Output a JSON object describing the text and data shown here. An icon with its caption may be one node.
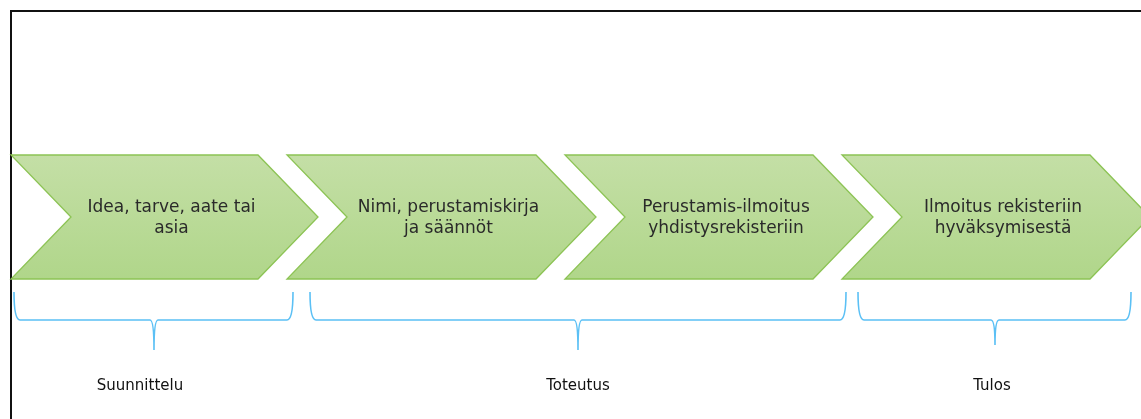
{
  "diagram": {
    "nodes": [
      {
        "text": [
          "Idea, tarve, aate tai asia"
        ]
      },
      {
        "text": [
          "Nimi, perustamiskirja ja säännöt"
        ]
      },
      {
        "text": [
          "Perustamis-ilmoitus yhdistysrekisteriin"
        ]
      },
      {
        "text": [
          "Ilmoitus rekisteriin hyväksymisestä"
        ]
      }
    ],
    "labels": [
      "Suunnittelu",
      "Toteutus",
      "Tulos"
    ]
  }
}
